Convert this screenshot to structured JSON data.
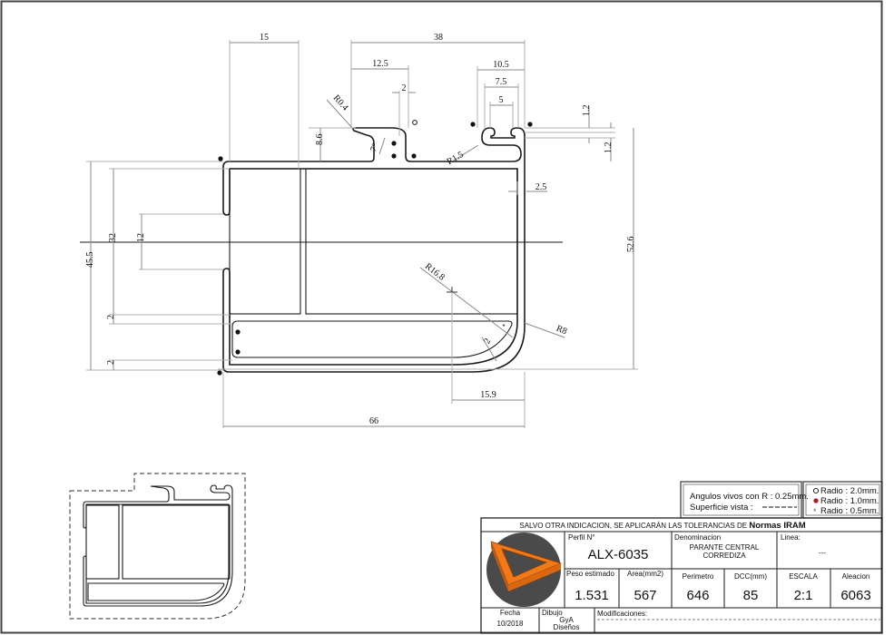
{
  "drawing": {
    "title_note_prefix": "SALVO OTRA INDICACION, SE APLICARÁN LAS TOLERANCIAS DE",
    "title_note_bold": "Normas IRAM",
    "dimensions": {
      "top_left_width": "15",
      "top_overall_width": "38",
      "lip_width": "12.5",
      "lip_gap": "2",
      "slot_outer": "10.5",
      "slot_mid": "7.5",
      "slot_inner": "5",
      "lip_radius": "R0.4",
      "lip_angle": "7°",
      "lip_height": "8.6",
      "slot_radius": "R1.5",
      "slot_thickness_top": "1.2",
      "slot_thickness_bottom": "1.2",
      "wall_right": "2.5",
      "overall_height_right": "52.6",
      "overall_height_left": "45.5",
      "inner_height": "32",
      "notch_height": "12",
      "bottom_wall_1": "2",
      "bottom_wall_2": "2",
      "big_radius": "R16.8",
      "outer_radius": "R8",
      "curve_wall": "2",
      "curve_offset": "15.9",
      "overall_width": "66"
    }
  },
  "notes": {
    "sharp_angles": "Angulos vivos con R : 0.25mm.",
    "visible_surface": "Superficie vista :",
    "radius_legend": [
      {
        "symbol": "open-circle",
        "label": "Radio : 2.0mm."
      },
      {
        "symbol": "filled-circle",
        "label": "Radio : 1.0mm."
      },
      {
        "symbol": "asterisk",
        "label": "Radio : 0.5mm."
      }
    ]
  },
  "title_block": {
    "profile_label": "Perfil  N°",
    "profile_value": "ALX-6035",
    "denomination_label": "Denominacion",
    "denomination_line1": "PARANTE CENTRAL",
    "denomination_line2": "CORREDIZA",
    "line_label": "Linea:",
    "line_value": "---",
    "weight_label": "Peso  estimado",
    "weight_value": "1.531",
    "area_label": "Area(mm2)",
    "area_value": "567",
    "perimeter_label": "Perimetro",
    "perimeter_value": "646",
    "dcc_label": "DCC(mm)",
    "dcc_value": "85",
    "scale_label": "ESCALA",
    "scale_value": "2:1",
    "alloy_label": "Aleacion",
    "alloy_value": "6063",
    "date_label": "Fecha",
    "date_value": "10/2018",
    "drawing_label": "Dibujo",
    "drawing_value_1": "GyA",
    "drawing_value_2": "Diseños",
    "modifications_label": "Modificaciones:",
    "logo_colors": {
      "disc": "#4a4a4a",
      "accent": "#f07a1a"
    }
  }
}
